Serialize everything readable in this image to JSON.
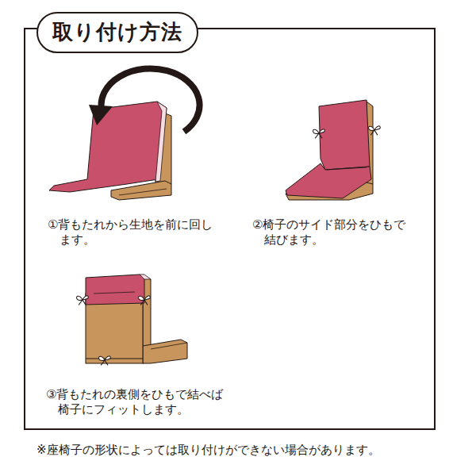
{
  "diagram": {
    "title": "取り付け方法",
    "labels": [
      "①背もたれから生地を前に回します。",
      "②椅子のサイド部分をひもで結びます。",
      "③背もたれの裏側をひもで結べば椅子にフィットします。",
      "※座椅子の形状によっては取り付けができない場合があります。"
    ]
  }
}
